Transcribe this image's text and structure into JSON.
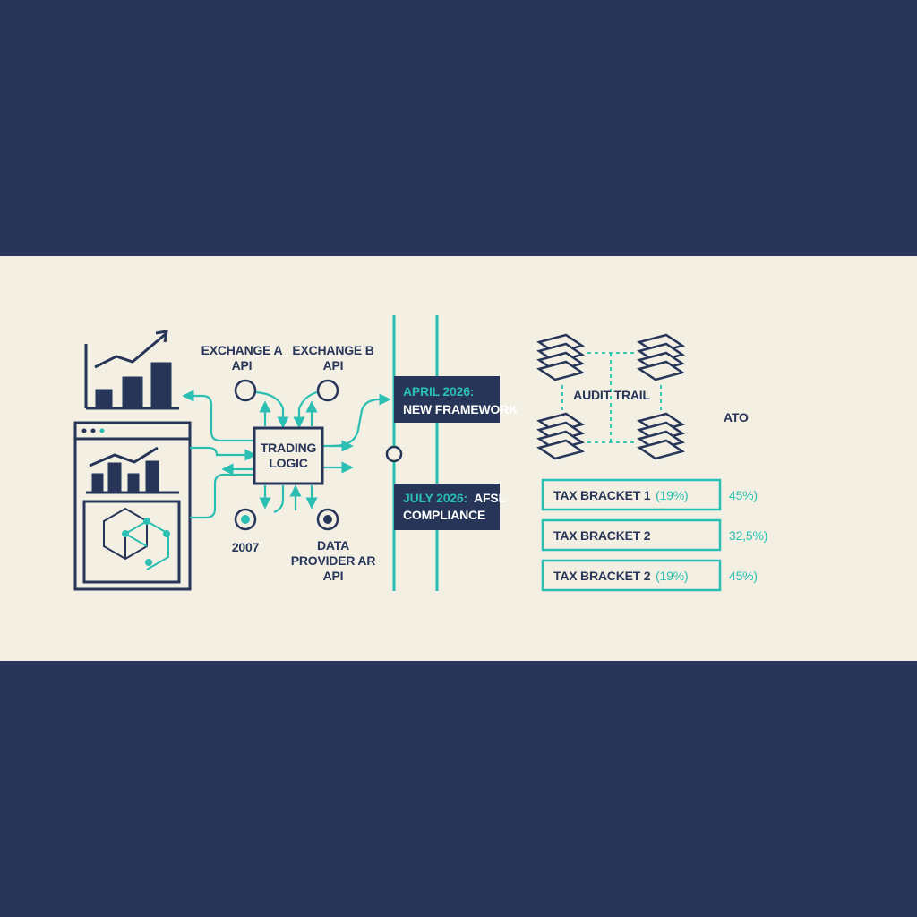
{
  "apis": {
    "exchange_a": [
      "EXCHANGE A",
      "API"
    ],
    "exchange_b": [
      "EXCHANGE B",
      "API"
    ],
    "bottom_left": "2007",
    "data_provider": [
      "DATA",
      "PROVIDER AR",
      "API"
    ]
  },
  "trading_logic": [
    "TRADING",
    "LOGIC"
  ],
  "timeline": {
    "milestone_1": {
      "date": "APRIL 2026:",
      "text": "NEW FRAMEWORK"
    },
    "milestone_2": {
      "date": "JULY 2026:",
      "text_suffix": "AFSL",
      "text": "COMPLIANCE"
    }
  },
  "audit": {
    "label": "AUDIT TRAIL",
    "authority": "ATO"
  },
  "tax_brackets": [
    {
      "name": "TAX BRACKET 1",
      "rate": "(19%)",
      "value": "45%)"
    },
    {
      "name": "TAX BRACKET 2",
      "rate": "",
      "value": "32,5%)"
    },
    {
      "name": "TAX BRACKET 2",
      "rate": "(19%)",
      "value": "45%)"
    }
  ],
  "colors": {
    "navy": "#263558",
    "teal": "#2bbfb3",
    "cream": "#f3efe3"
  },
  "icons": [
    "bar-chart-icon",
    "browser-window-icon",
    "cube-network-icon",
    "stacked-layers-icon"
  ]
}
